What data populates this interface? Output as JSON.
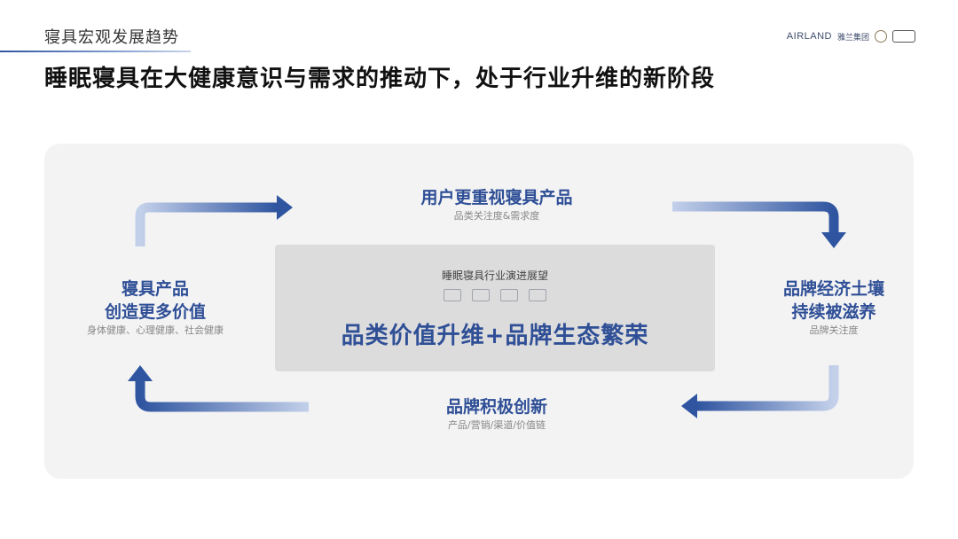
{
  "header": {
    "section_label": "寝具宏观发展趋势",
    "headline": "睡眠寝具在大健康意识与需求的推动下，处于行业升维的新阶段",
    "brand_text": "AIRLAND",
    "brand_cn": "雅兰集团"
  },
  "diagram": {
    "center": {
      "subtitle": "睡眠寝具行业演进展望",
      "title": "品类价值升维+品牌生态繁荣",
      "icons": [
        "mattress-icon",
        "pillow-icon",
        "bed-frame-icon",
        "box-icon"
      ]
    },
    "top": {
      "title": "用户更重视寝具产品",
      "sub": "品类关注度&需求度"
    },
    "right": {
      "title_line1": "品牌经济土壤",
      "title_line2": "持续被滋养",
      "sub": "品牌关注度"
    },
    "bottom": {
      "title": "品牌积极创新",
      "sub": "产品/营销/渠道/价值链"
    },
    "left": {
      "title_line1": "寝具产品",
      "title_line2": "创造更多价值",
      "sub": "身体健康、心理健康、社会健康"
    }
  },
  "colors": {
    "accent": "#2f4f96",
    "arrow_light": "#c3d0ea",
    "arrow_dark": "#2f55a0",
    "panel": "#f3f3f4",
    "center": "#dcdcdd"
  }
}
